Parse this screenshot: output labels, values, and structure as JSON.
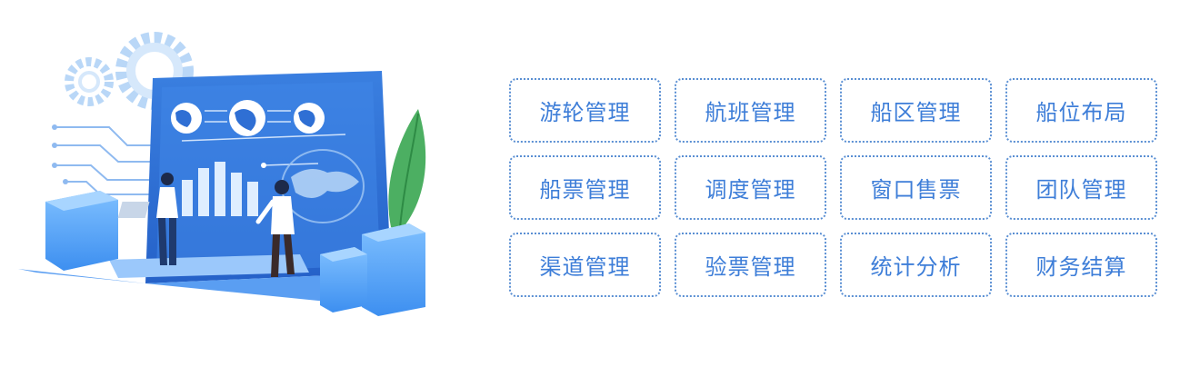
{
  "features": [
    {
      "label": "游轮管理"
    },
    {
      "label": "航班管理"
    },
    {
      "label": "船区管理"
    },
    {
      "label": "船位布局"
    },
    {
      "label": "船票管理"
    },
    {
      "label": "调度管理"
    },
    {
      "label": "窗口售票"
    },
    {
      "label": "团队管理"
    },
    {
      "label": "渠道管理"
    },
    {
      "label": "验票管理"
    },
    {
      "label": "统计分析"
    },
    {
      "label": "财务结算"
    }
  ],
  "colors": {
    "accent": "#3e7ed8",
    "border": "#5a8fd3",
    "screen": "#2f6fd4",
    "leaf": "#4caf62"
  }
}
